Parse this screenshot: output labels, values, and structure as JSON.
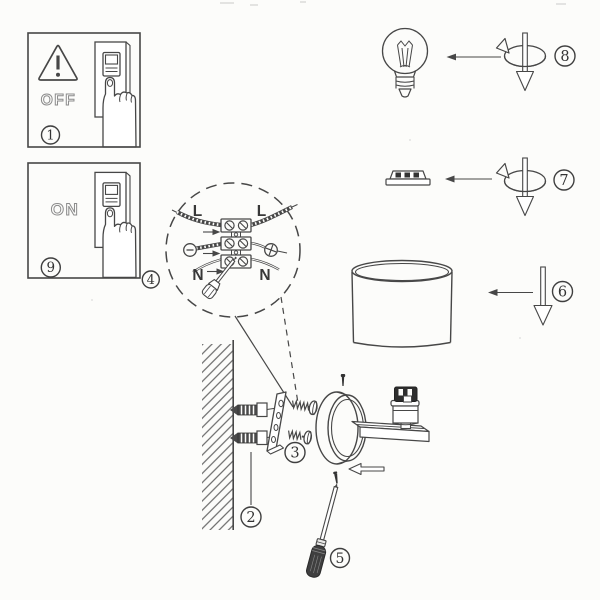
{
  "colors": {
    "line": "#474747",
    "label_gray": "#8c8c8c",
    "dark_fill": "#2e2e2e",
    "background": "#fcfcfa"
  },
  "panel_off": {
    "step": "1",
    "label": "OFF"
  },
  "panel_on": {
    "step": "9",
    "label": "ON"
  },
  "wiring_detail": {
    "step": "4",
    "live_left": "L",
    "live_right": "L",
    "neutral_left": "N",
    "neutral_right": "N"
  },
  "steps": {
    "wall_anchors": "2",
    "bracket_screws": "3",
    "screwdriver": "5",
    "lampshade": "6",
    "terminal_block": "7",
    "light_bulb": "8"
  },
  "icons": [
    "warning-triangle-icon",
    "pointing-hand-icon",
    "rocker-switch-icon",
    "magnifier-callout",
    "terminal-block-icon",
    "ground-minus-icon",
    "ground-earth-icon",
    "small-screwdriver-icon",
    "wall-hatch",
    "wall-anchor-icon",
    "mounting-bracket-icon",
    "mounting-screw-icon",
    "wall-plate-icon",
    "lamp-arm-icon",
    "lamp-socket-icon",
    "screwdriver-icon",
    "lampshade-icon",
    "light-bulb-icon",
    "rotate-arrow-icon",
    "down-arrow-icon",
    "left-arrow-icon"
  ]
}
